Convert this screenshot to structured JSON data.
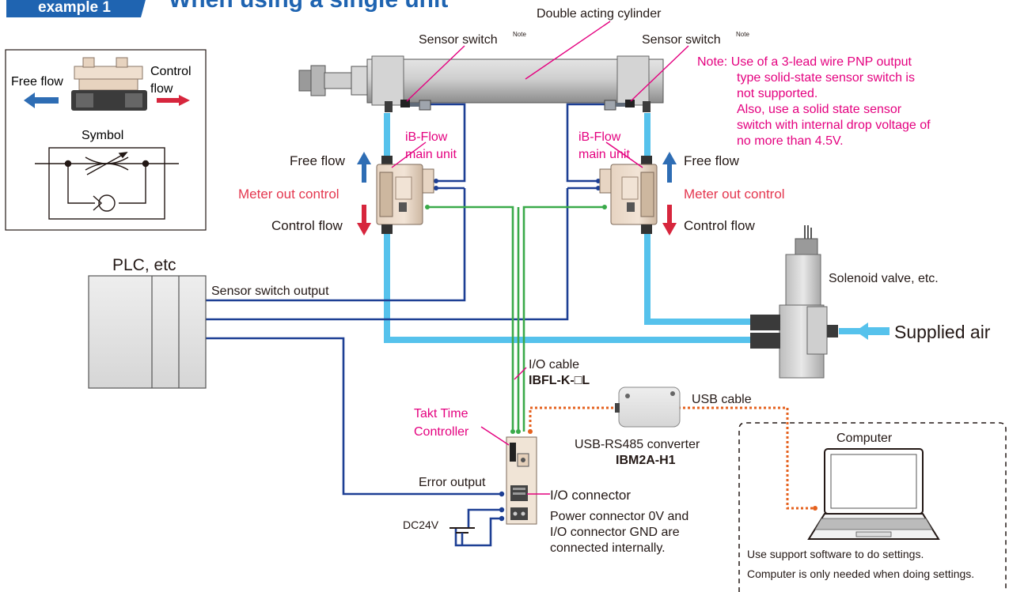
{
  "header": {
    "badge": "example 1",
    "title": "When using a single unit"
  },
  "legend": {
    "free_flow": "Free flow",
    "control_flow_line1": "Control",
    "control_flow_line2": "flow",
    "symbol": "Symbol"
  },
  "labels": {
    "cylinder": "Double acting cylinder",
    "sensor_switch": "Sensor switch",
    "note_mark": "Note",
    "note_lines": [
      "Note: Use of a 3-lead wire PNP output",
      "type solid-state sensor switch is",
      "not supported.",
      "Also, use a solid state sensor",
      "switch with internal drop voltage of",
      "no more than 4.5V."
    ],
    "ibflow_line1": "iB-Flow",
    "ibflow_line2": "main unit",
    "free_flow": "Free flow",
    "meter_out": "Meter out control",
    "control_flow": "Control flow",
    "plc": "PLC, etc",
    "sensor_output": "Sensor switch output",
    "solenoid": "Solenoid valve, etc.",
    "supplied_air": "Supplied air",
    "io_cable": "I/O cable",
    "io_cable_model": "IBFL-K-□L",
    "takt_line1": "Takt Time",
    "takt_line2": "Controller",
    "usb_cable": "USB cable",
    "converter": "USB-RS485 converter",
    "converter_model": "IBM2A-H1",
    "computer": "Computer",
    "error_output": "Error output",
    "io_connector": "I/O connector",
    "power_lines": [
      "Power connector 0V and",
      "I/O connector GND are",
      "connected internally."
    ],
    "dc24v": "DC24V",
    "software_note": "Use support software to do settings.",
    "computer_note": "Computer is only needed when doing settings."
  },
  "colors": {
    "header_blue": "#1f64b1",
    "air_tube": "#56c2ec",
    "signal_wire": "#1d3f94",
    "io_wire": "#3aaa4a",
    "usb_wire": "#e5611e",
    "magenta": "#e4007f",
    "free_arrow": "#2e6db4",
    "control_arrow": "#d7263d"
  }
}
